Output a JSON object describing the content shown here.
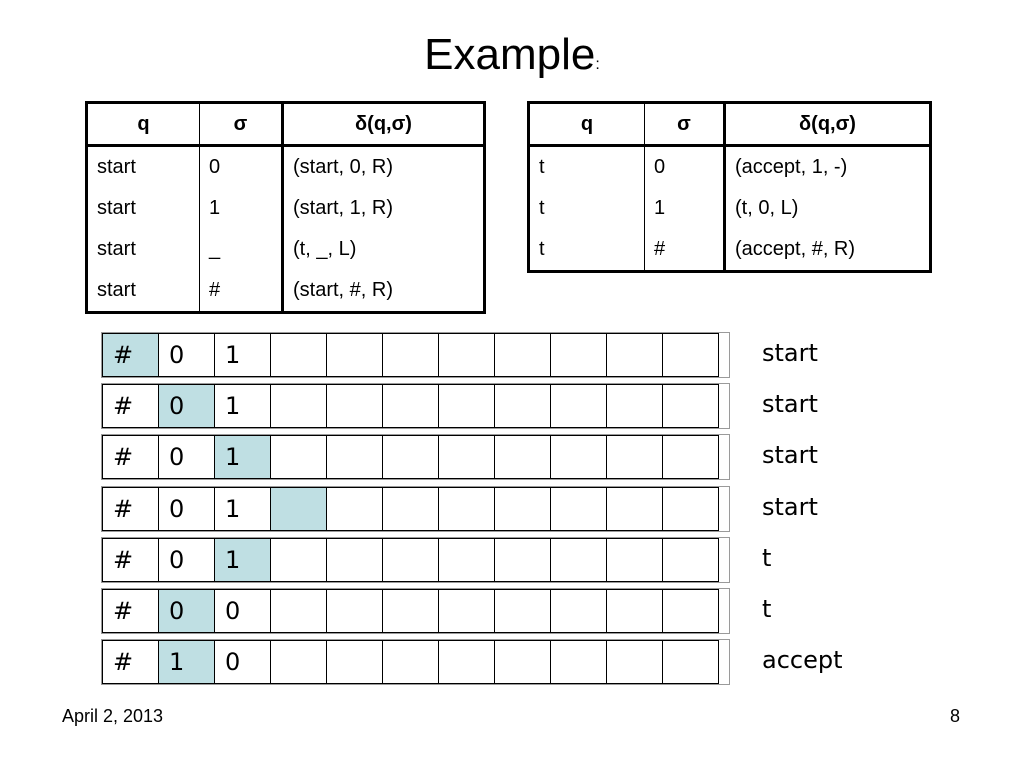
{
  "slide": {
    "title": "Example",
    "title_suffix": ":",
    "footer_date": "April 2, 2013",
    "page_number": "8"
  },
  "tables": [
    {
      "headers": [
        "q",
        "σ",
        "δ(q,σ)"
      ],
      "rows": [
        [
          "start",
          "0",
          "(start, 0, R)"
        ],
        [
          "start",
          "1",
          "(start, 1, R)"
        ],
        [
          "start",
          "_",
          "(t, _, L)"
        ],
        [
          "start",
          "#",
          "(start, #, R)"
        ]
      ]
    },
    {
      "headers": [
        "q",
        "σ",
        "δ(q,σ)"
      ],
      "rows": [
        [
          "t",
          "0",
          "(accept, 1, -)"
        ],
        [
          "t",
          "1",
          "(t, 0, L)"
        ],
        [
          "t",
          "#",
          "(accept, #, R)"
        ]
      ]
    }
  ],
  "colors": {
    "head_highlight": "#bfdfe3"
  },
  "tape_steps": [
    {
      "cells": [
        "#",
        "0",
        "1",
        "",
        "",
        "",
        "",
        "",
        "",
        "",
        ""
      ],
      "head": 0,
      "state": "start"
    },
    {
      "cells": [
        "#",
        "0",
        "1",
        "",
        "",
        "",
        "",
        "",
        "",
        "",
        ""
      ],
      "head": 1,
      "state": "start"
    },
    {
      "cells": [
        "#",
        "0",
        "1",
        "",
        "",
        "",
        "",
        "",
        "",
        "",
        ""
      ],
      "head": 2,
      "state": "start"
    },
    {
      "cells": [
        "#",
        "0",
        "1",
        "",
        "",
        "",
        "",
        "",
        "",
        "",
        ""
      ],
      "head": 3,
      "state": "start"
    },
    {
      "cells": [
        "#",
        "0",
        "1",
        "",
        "",
        "",
        "",
        "",
        "",
        "",
        ""
      ],
      "head": 2,
      "state": "t"
    },
    {
      "cells": [
        "#",
        "0",
        "0",
        "",
        "",
        "",
        "",
        "",
        "",
        "",
        ""
      ],
      "head": 1,
      "state": "t"
    },
    {
      "cells": [
        "#",
        "1",
        "0",
        "",
        "",
        "",
        "",
        "",
        "",
        "",
        ""
      ],
      "head": 1,
      "state": "accept"
    }
  ]
}
